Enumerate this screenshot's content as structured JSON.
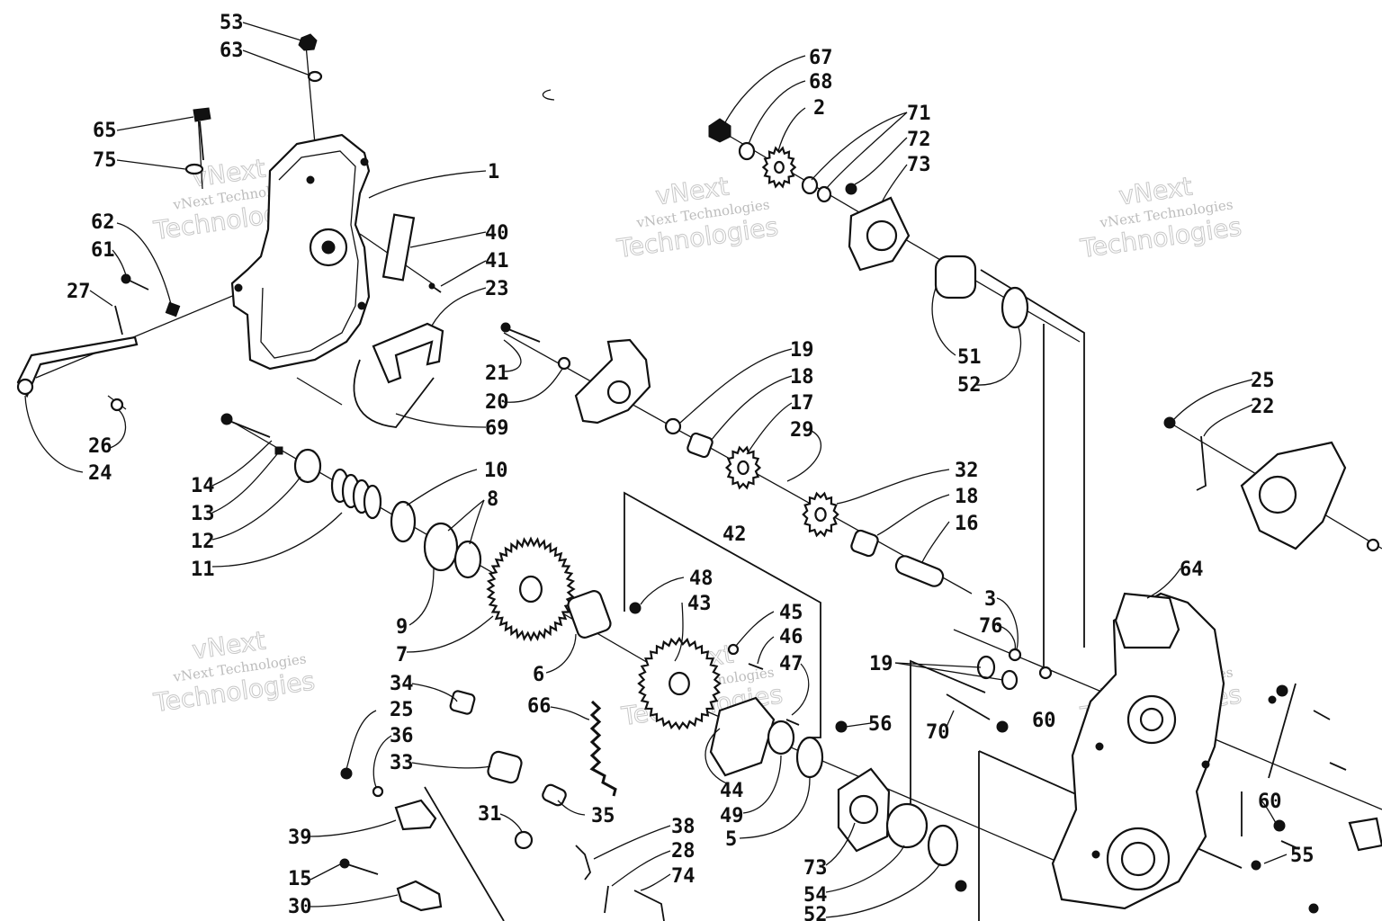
{
  "diagram": {
    "callouts": [
      {
        "id": "c53a",
        "text": "53"
      },
      {
        "id": "c63a",
        "text": "63"
      },
      {
        "id": "c65",
        "text": "65"
      },
      {
        "id": "c75",
        "text": "75"
      },
      {
        "id": "c1",
        "text": "1"
      },
      {
        "id": "c62",
        "text": "62"
      },
      {
        "id": "c61",
        "text": "61"
      },
      {
        "id": "c40",
        "text": "40"
      },
      {
        "id": "c41",
        "text": "41"
      },
      {
        "id": "c23",
        "text": "23"
      },
      {
        "id": "c27",
        "text": "27"
      },
      {
        "id": "c26",
        "text": "26"
      },
      {
        "id": "c24",
        "text": "24"
      },
      {
        "id": "c69",
        "text": "69"
      },
      {
        "id": "c21",
        "text": "21"
      },
      {
        "id": "c20",
        "text": "20"
      },
      {
        "id": "c19a",
        "text": "19"
      },
      {
        "id": "c18a",
        "text": "18"
      },
      {
        "id": "c17",
        "text": "17"
      },
      {
        "id": "c29",
        "text": "29"
      },
      {
        "id": "c14",
        "text": "14"
      },
      {
        "id": "c13",
        "text": "13"
      },
      {
        "id": "c12",
        "text": "12"
      },
      {
        "id": "c11",
        "text": "11"
      },
      {
        "id": "c10",
        "text": "10"
      },
      {
        "id": "c8",
        "text": "8"
      },
      {
        "id": "c9",
        "text": "9"
      },
      {
        "id": "c7",
        "text": "7"
      },
      {
        "id": "c32",
        "text": "32"
      },
      {
        "id": "c18b",
        "text": "18"
      },
      {
        "id": "c16",
        "text": "16"
      },
      {
        "id": "c42",
        "text": "42"
      },
      {
        "id": "c48",
        "text": "48"
      },
      {
        "id": "c43",
        "text": "43"
      },
      {
        "id": "c45",
        "text": "45"
      },
      {
        "id": "c46",
        "text": "46"
      },
      {
        "id": "c47",
        "text": "47"
      },
      {
        "id": "c6",
        "text": "6"
      },
      {
        "id": "c34",
        "text": "34"
      },
      {
        "id": "c25a",
        "text": "25"
      },
      {
        "id": "c36",
        "text": "36"
      },
      {
        "id": "c33",
        "text": "33"
      },
      {
        "id": "c66",
        "text": "66"
      },
      {
        "id": "c35",
        "text": "35"
      },
      {
        "id": "c39",
        "text": "39"
      },
      {
        "id": "c31",
        "text": "31"
      },
      {
        "id": "c38",
        "text": "38"
      },
      {
        "id": "c28",
        "text": "28"
      },
      {
        "id": "c74",
        "text": "74"
      },
      {
        "id": "c15",
        "text": "15"
      },
      {
        "id": "c30",
        "text": "30"
      },
      {
        "id": "c44",
        "text": "44"
      },
      {
        "id": "c49",
        "text": "49"
      },
      {
        "id": "c5",
        "text": "5"
      },
      {
        "id": "c67",
        "text": "67"
      },
      {
        "id": "c68",
        "text": "68"
      },
      {
        "id": "c2",
        "text": "2"
      },
      {
        "id": "c71",
        "text": "71"
      },
      {
        "id": "c72",
        "text": "72"
      },
      {
        "id": "c73a",
        "text": "73"
      },
      {
        "id": "c51",
        "text": "51"
      },
      {
        "id": "c52a",
        "text": "52"
      },
      {
        "id": "c25b",
        "text": "25"
      },
      {
        "id": "c22",
        "text": "22"
      },
      {
        "id": "c64",
        "text": "64"
      },
      {
        "id": "c3",
        "text": "3"
      },
      {
        "id": "c76",
        "text": "76"
      },
      {
        "id": "c19b",
        "text": "19"
      },
      {
        "id": "c56",
        "text": "56"
      },
      {
        "id": "c70",
        "text": "70"
      },
      {
        "id": "c60a",
        "text": "60"
      },
      {
        "id": "c73b",
        "text": "73"
      },
      {
        "id": "c54",
        "text": "54"
      },
      {
        "id": "c52b",
        "text": "52"
      },
      {
        "id": "c60b",
        "text": "60"
      },
      {
        "id": "c55",
        "text": "55"
      }
    ],
    "watermark": {
      "line1": "vNext Technologies",
      "line2": "vNext",
      "line3": "Technologies"
    }
  }
}
